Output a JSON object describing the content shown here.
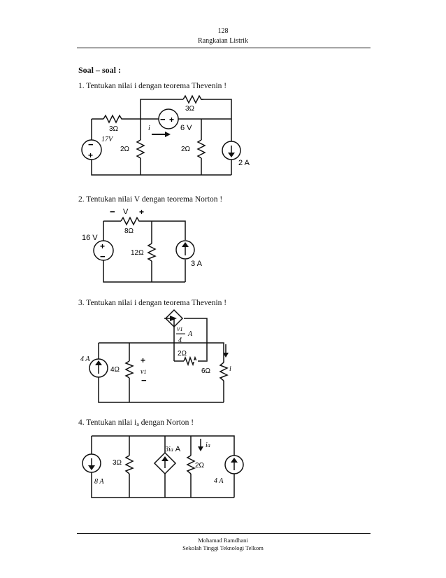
{
  "header": {
    "page_number": "128",
    "running_title": "Rangkaian Listrik"
  },
  "section_title": "Soal – soal :",
  "problems": [
    {
      "text": "1. Tentukan nilai  i dengan teorema Thevenin !"
    },
    {
      "text": "2. Tentukan nilai V dengan teorema Norton !"
    },
    {
      "text": "3. Tentukan nilai  i dengan teorema Thevenin !"
    },
    {
      "text_before": "4. Tentukan nilai i",
      "text_sub": "a",
      "text_after": " dengan Norton !"
    }
  ],
  "circuit1": {
    "r1": "3Ω",
    "r_top": "3Ω",
    "r2": "2Ω",
    "r3": "2Ω",
    "vs_left": "17V",
    "vs_mid": "6 V",
    "is_right": "2 A",
    "current": "i"
  },
  "circuit2": {
    "r1": "8Ω",
    "r2": "12Ω",
    "vs": "16 V",
    "is": "3 A",
    "v_label": "V"
  },
  "circuit3": {
    "is": "4 A",
    "r1": "4Ω",
    "v1": "v",
    "v1_sub": "1",
    "dep_num": "v",
    "dep_num_sub": "1",
    "dep_unit": "A",
    "dep_den": "4",
    "r2": "2Ω",
    "r3": "6Ω",
    "current": "i"
  },
  "circuit4": {
    "is_left": "8 A",
    "r1": "3Ω",
    "dep": "3i",
    "dep_sub": "a",
    "dep_unit": "A",
    "r2": "2Ω",
    "current": "i",
    "current_sub": "a",
    "is_right": "4 A"
  },
  "footer": {
    "author": "Mohamad Ramdhani",
    "institution": "Sekolah Tinggi Teknologi Telkom"
  }
}
